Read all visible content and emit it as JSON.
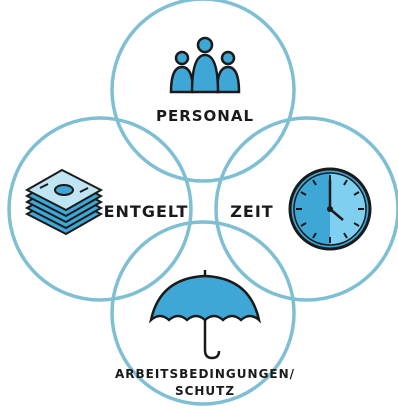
{
  "colors": {
    "ring": "#7fbfd3",
    "icon_blue": "#3fa7d6",
    "icon_dark": "#1a1a1a",
    "background": "#ffffff"
  },
  "labels": {
    "personal": "PERSONAL",
    "entgelt": "ENTGELT",
    "zeit": "ZEIT",
    "arbeitsbedingungen_line1": "ARBEITSBEDINGUNGEN/",
    "arbeitsbedingungen_line2": "SCHUTZ"
  },
  "icons": {
    "top": "people-icon",
    "left": "money-stack-icon",
    "right": "clock-icon",
    "bottom": "umbrella-icon"
  }
}
